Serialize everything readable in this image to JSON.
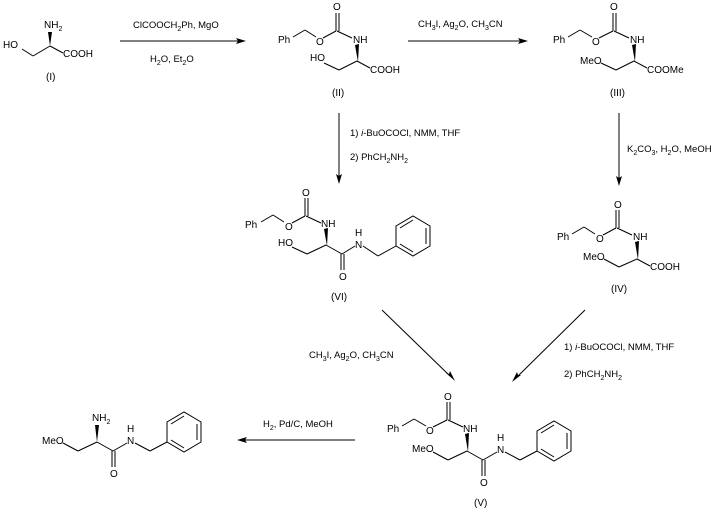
{
  "title": "Synthesis scheme of (R)-2-amino-N-benzyl-3-methoxypropanamide",
  "compounds": {
    "I": {
      "label": "(I)",
      "groups": {
        "amine": "NH",
        "amine_sub": "2",
        "hydroxy": "HO",
        "acid": "COOH"
      }
    },
    "II": {
      "label": "(II)",
      "groups": {
        "ph": "Ph",
        "carbonyl_o": "O",
        "ester_o": "O",
        "nh": "NH",
        "hydroxy": "HO",
        "acid": "COOH"
      }
    },
    "III": {
      "label": "(III)",
      "groups": {
        "ph": "Ph",
        "carbonyl_o": "O",
        "ester_o": "O",
        "nh": "NH",
        "methoxy": "MeO",
        "ester": "COOMe"
      }
    },
    "IV": {
      "label": "(IV)",
      "groups": {
        "ph": "Ph",
        "carbonyl_o": "O",
        "ester_o": "O",
        "nh": "NH",
        "methoxy": "MeO",
        "acid": "COOH"
      }
    },
    "V": {
      "label": "(V)",
      "groups": {
        "ph": "Ph",
        "carbonyl_o": "O",
        "ester_o": "O",
        "nh": "NH",
        "methoxy": "MeO",
        "amide_h": "H",
        "amide_n": "N",
        "amide_o": "O"
      }
    },
    "VI": {
      "label": "(VI)",
      "groups": {
        "ph": "Ph",
        "carbonyl_o": "O",
        "ester_o": "O",
        "nh": "NH",
        "hydroxy": "HO",
        "amide_h": "H",
        "amide_n": "N",
        "amide_o": "O"
      }
    },
    "final": {
      "label": "",
      "groups": {
        "amine": "NH",
        "amine_sub": "2",
        "methoxy": "MeO",
        "amide_h": "H",
        "amide_n": "N",
        "amide_o": "O"
      }
    }
  },
  "reactions": [
    {
      "id": "I_to_II",
      "from": "I",
      "to": "II",
      "above": [
        "ClCOOCH",
        "2",
        "Ph, MgO"
      ],
      "below": [
        "H",
        "2",
        "O, Et",
        "2",
        "O"
      ]
    },
    {
      "id": "II_to_III",
      "from": "II",
      "to": "III",
      "above": [
        "CH",
        "3",
        "I, Ag",
        "2",
        "O, CH",
        "3",
        "CN"
      ]
    },
    {
      "id": "III_to_IV",
      "from": "III",
      "to": "IV",
      "side": [
        "K",
        "2",
        "CO",
        "3",
        ", H",
        "2",
        "O, MeOH"
      ]
    },
    {
      "id": "II_to_VI",
      "from": "II",
      "to": "VI",
      "step1": {
        "prefix": "1) ",
        "italic": "i",
        "rest": "-BuOCOCl, NMM, THF"
      },
      "step2": [
        "2) PhCH",
        "2",
        "NH",
        "2"
      ]
    },
    {
      "id": "VI_to_V",
      "from": "VI",
      "to": "V",
      "side": [
        "CH",
        "3",
        "I, Ag",
        "2",
        "O, CH",
        "3",
        "CN"
      ]
    },
    {
      "id": "IV_to_V",
      "from": "IV",
      "to": "V",
      "step1": {
        "prefix": "1) ",
        "italic": "i",
        "rest": "-BuOCOCl, NMM, THF"
      },
      "step2": [
        "2) PhCH",
        "2",
        "NH",
        "2"
      ]
    },
    {
      "id": "V_to_final",
      "from": "V",
      "to": "final",
      "above": [
        "H",
        "2",
        ", Pd/C, MeOH"
      ]
    }
  ]
}
